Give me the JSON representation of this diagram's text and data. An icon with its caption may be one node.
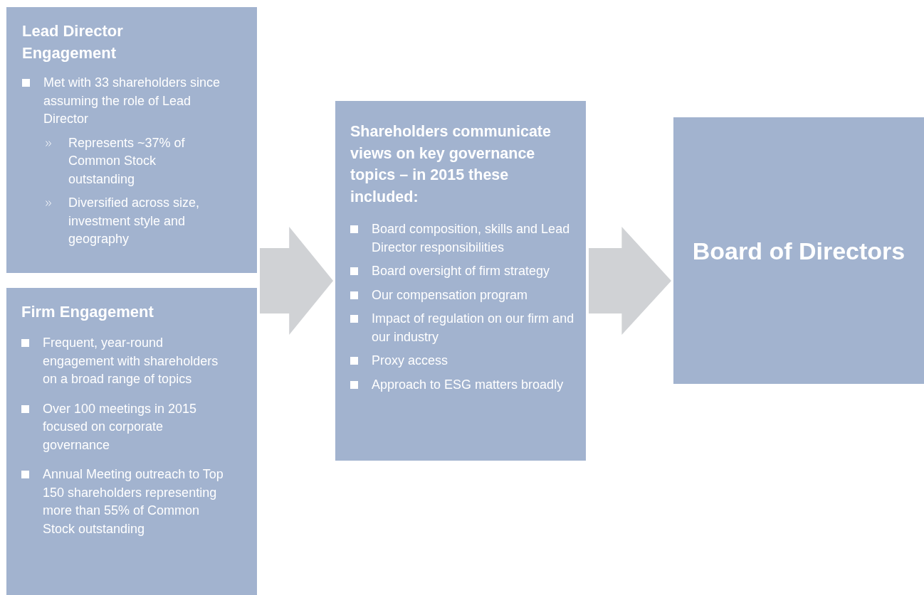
{
  "diagram": {
    "nodes": [
      {
        "text": [
          "Lead Director Engagement",
          "Met with 33 shareholders since assuming the role of Lead Director",
          "Represents ~37% of Common Stock outstanding",
          "Diversified across size, investment style and geography"
        ]
      },
      {
        "text": [
          "Firm Engagement",
          "Frequent, year-round engagement with shareholders on a broad range of topics",
          "Over 100 meetings in 2015 focused on corporate governance",
          "Annual Meeting outreach to Top 150 shareholders representing more than 55% of Common Stock outstanding"
        ]
      },
      {
        "text": [
          "Shareholders communicate views on key governance topics – in 2015 these included:",
          "Board composition, skills and Lead Director responsibilities",
          "Board oversight of firm strategy",
          "Our compensation program",
          "Impact of regulation on our firm and our industry",
          "Proxy access",
          "Approach to ESG matters broadly"
        ]
      },
      {
        "text": [
          "Board of Directors"
        ]
      }
    ],
    "edges": [
      {
        "from": 0,
        "to": 2,
        "arrow": "to"
      },
      {
        "from": 1,
        "to": 2,
        "arrow": "to"
      },
      {
        "from": 2,
        "to": 3,
        "arrow": "to"
      }
    ]
  }
}
